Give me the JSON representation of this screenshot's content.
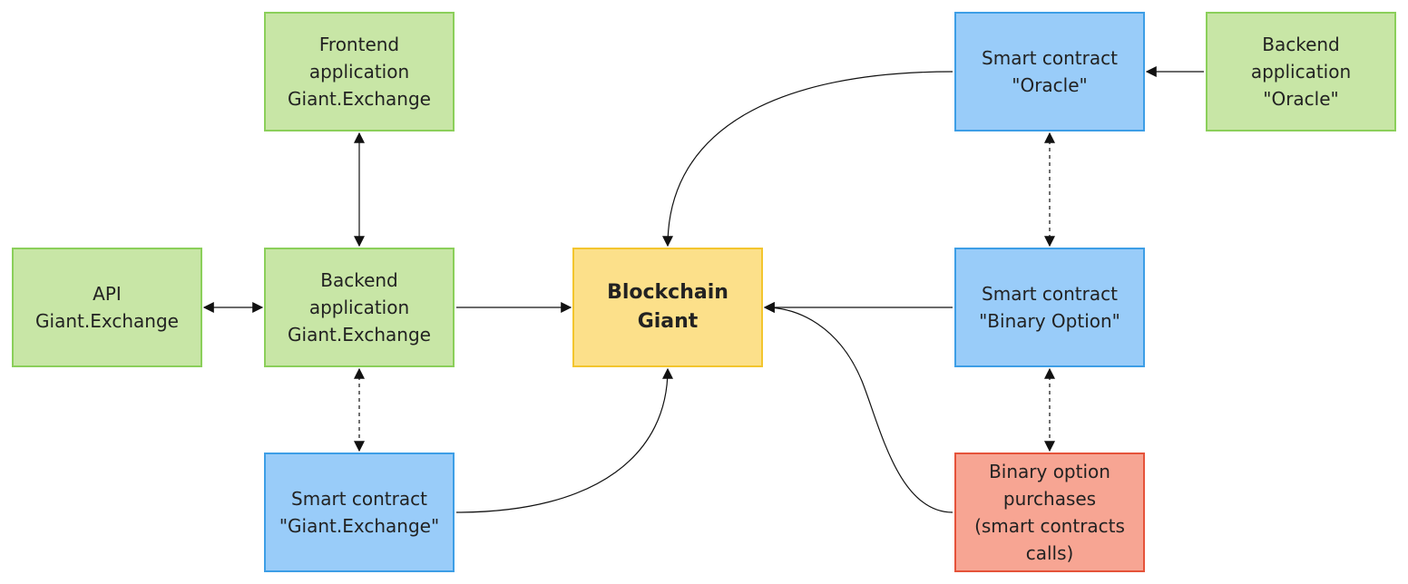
{
  "diagram": {
    "nodes": {
      "frontend": {
        "lines": [
          "Frontend",
          "application",
          "Giant.Exchange"
        ]
      },
      "api": {
        "lines": [
          "API",
          "Giant.Exchange"
        ]
      },
      "backend": {
        "lines": [
          "Backend",
          "application",
          "Giant.Exchange"
        ]
      },
      "sc_exchange": {
        "lines": [
          "Smart contract",
          "\"Giant.Exchange\""
        ]
      },
      "blockchain": {
        "lines": [
          "Blockchain",
          "Giant"
        ]
      },
      "sc_oracle": {
        "lines": [
          "Smart contract",
          "\"Oracle\""
        ]
      },
      "be_oracle": {
        "lines": [
          "Backend",
          "application",
          "\"Oracle\""
        ]
      },
      "sc_binary": {
        "lines": [
          "Smart contract",
          "\"Binary Option\""
        ]
      },
      "purchases": {
        "lines": [
          "Binary option",
          "purchases",
          "(smart contracts",
          "calls)"
        ]
      }
    },
    "colors": {
      "green_fill": "#c8e6a6",
      "green_border": "#8bcf5a",
      "blue_fill": "#99ccf9",
      "blue_border": "#3d9ee6",
      "yellow_fill": "#fce08a",
      "yellow_border": "#f3c52e",
      "red_fill": "#f7a593",
      "red_border": "#e5533a",
      "edge": "#111111"
    },
    "edges": [
      {
        "from": "frontend",
        "to": "backend",
        "style": "solid",
        "direction": "both"
      },
      {
        "from": "api",
        "to": "backend",
        "style": "solid",
        "direction": "both"
      },
      {
        "from": "backend",
        "to": "sc_exchange",
        "style": "dashed",
        "direction": "both"
      },
      {
        "from": "backend",
        "to": "blockchain",
        "style": "solid",
        "direction": "forward"
      },
      {
        "from": "sc_exchange",
        "to": "blockchain",
        "style": "solid",
        "direction": "forward"
      },
      {
        "from": "sc_oracle",
        "to": "blockchain",
        "style": "solid",
        "direction": "forward"
      },
      {
        "from": "be_oracle",
        "to": "sc_oracle",
        "style": "solid",
        "direction": "forward"
      },
      {
        "from": "sc_oracle",
        "to": "sc_binary",
        "style": "dashed",
        "direction": "both"
      },
      {
        "from": "sc_binary",
        "to": "blockchain",
        "style": "solid",
        "direction": "forward"
      },
      {
        "from": "sc_binary",
        "to": "purchases",
        "style": "dashed",
        "direction": "both"
      },
      {
        "from": "purchases",
        "to": "blockchain",
        "style": "solid",
        "direction": "forward"
      }
    ]
  }
}
